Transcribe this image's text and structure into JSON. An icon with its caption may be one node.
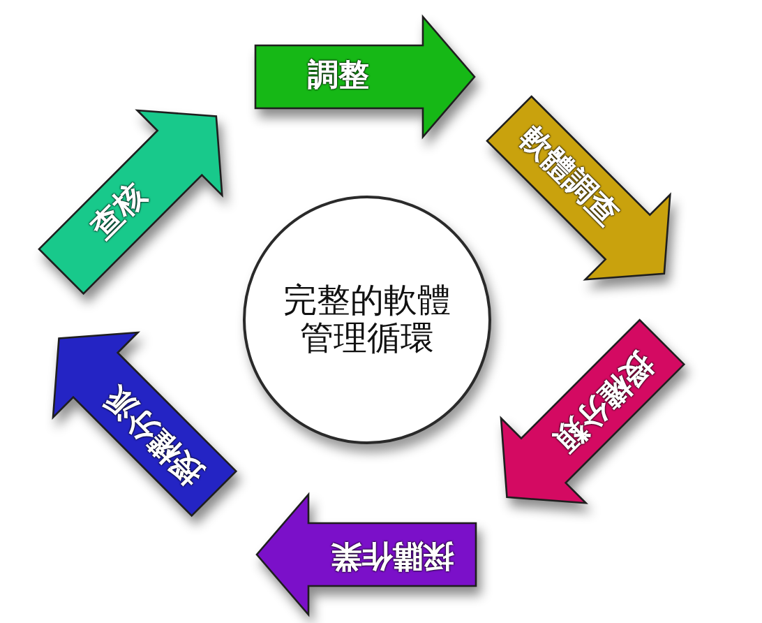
{
  "diagram": {
    "nodes": [
      {
        "text": [
          "調整"
        ]
      },
      {
        "text": [
          "軟體調查"
        ]
      },
      {
        "text": [
          "授權分類"
        ]
      },
      {
        "text": [
          "採購作業"
        ]
      },
      {
        "text": [
          "授權分派"
        ]
      },
      {
        "text": [
          "查核"
        ]
      },
      {
        "text": [
          "完整的軟體管理循環"
        ]
      }
    ]
  }
}
